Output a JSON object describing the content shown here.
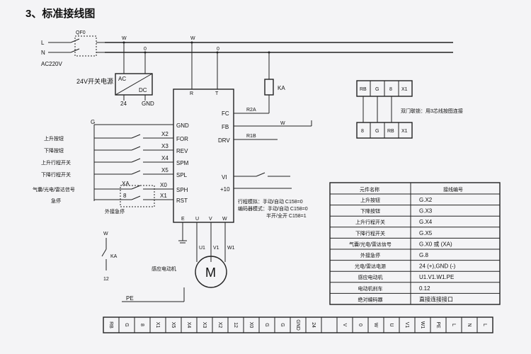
{
  "title": "3、标准接线图",
  "power": {
    "l": "L",
    "n": "N",
    "ac": "AC220V",
    "qf": "QF0",
    "w": "W",
    "zero": "0"
  },
  "psu": {
    "ac": "AC",
    "dc": "DC",
    "label": "24V开关电源",
    "out24": "24",
    "gnd": "GND"
  },
  "inverter": {
    "r": "R",
    "t": "T",
    "left_terms": [
      "GND",
      "FOR",
      "REV",
      "SPM",
      "SPL",
      "SPH",
      "RST"
    ],
    "right_terms": [
      "FC",
      "FB",
      "DRV",
      "VI",
      "+10"
    ],
    "bottom_terms": [
      "E",
      "U",
      "V",
      "W"
    ]
  },
  "relay": {
    "ka": "KA",
    "r2a": "R2A",
    "r1b": "R1B",
    "w": "W"
  },
  "inputs": {
    "g": "G",
    "codes": [
      "X2",
      "X3",
      "X4",
      "X5",
      "X0",
      "X1"
    ],
    "labels": [
      "上升按钮",
      "下降按钮",
      "上升行程开关",
      "下降行程开关",
      "气囊/光电/雷达信号",
      "急停"
    ],
    "xa": "XA",
    "eight": "8",
    "ext_stop": "外接急停"
  },
  "params": [
    "行程模拟：手动/自动 C158=0",
    "编码器模式：手动/自动 C158=0",
    "半开/全开 C158=1"
  ],
  "door_note": "双门联锁：用3芯线按图连接",
  "door_top": [
    "RB",
    "G",
    "8",
    "X1"
  ],
  "door_bottom": [
    "8",
    "G",
    "RB",
    "X1"
  ],
  "motor": {
    "u1": "U1",
    "v1": "V1",
    "w1": "W1",
    "m": "M",
    "label": "感应电动机",
    "pe": "PE"
  },
  "brake": {
    "w": "W",
    "ka": "KA",
    "n12": "12"
  },
  "table": {
    "headers": [
      "元件名称",
      "接线编号"
    ],
    "rows": [
      [
        "上升按钮",
        "G.X2"
      ],
      [
        "下降按钮",
        "G.X3"
      ],
      [
        "上升行程开关",
        "G.X4"
      ],
      [
        "下降行程开关",
        "G.X5"
      ],
      [
        "气囊/光电/雷达信号",
        "G.X0 或 (XA)"
      ],
      [
        "外接急停",
        "G.8"
      ],
      [
        "光电/雷达电源",
        "24 (+),GND (-)"
      ],
      [
        "感应电动机",
        "U1.V1.W1.PE"
      ],
      [
        "电动机刹车",
        "0.12"
      ],
      [
        "绝对编码器",
        "直接连接接口"
      ]
    ]
  },
  "terminals": [
    "RB",
    "G",
    "8",
    "X1",
    "X5",
    "X4",
    "X3",
    "X2",
    "12",
    "X0",
    "G",
    "G",
    "GND",
    "24",
    "",
    "V",
    "0",
    "W",
    "U",
    "V1",
    "W1",
    "PE",
    "L",
    "N",
    "L"
  ]
}
